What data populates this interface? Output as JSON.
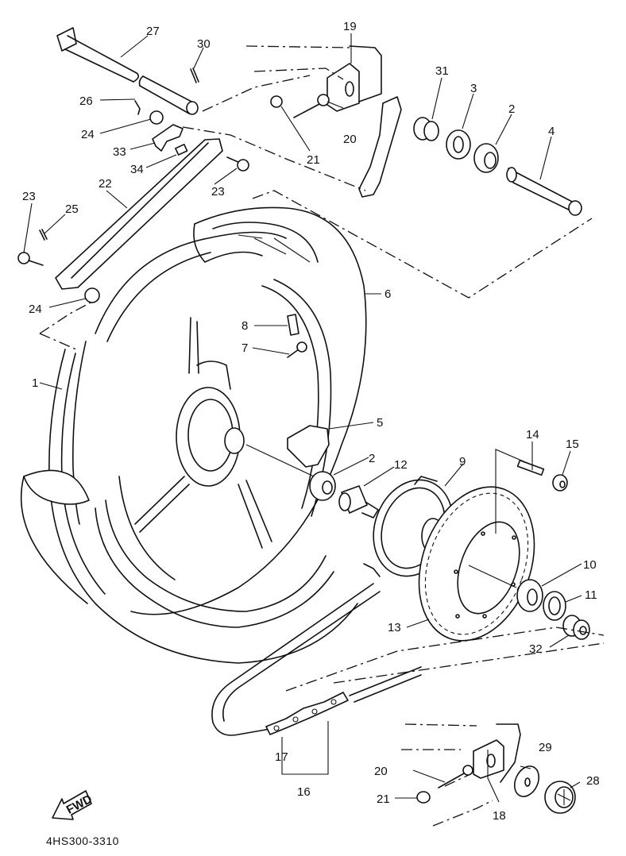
{
  "diagram": {
    "title": "Rear wheel exploded parts diagram",
    "drawing_code": "4HS300-3310",
    "fwd_arrow_label": "FWD",
    "callouts": [
      {
        "id": "c27",
        "text": "27"
      },
      {
        "id": "c30",
        "text": "30"
      },
      {
        "id": "c19",
        "text": "19"
      },
      {
        "id": "c26",
        "text": "26"
      },
      {
        "id": "c24a",
        "text": "24"
      },
      {
        "id": "c33",
        "text": "33"
      },
      {
        "id": "c34",
        "text": "34"
      },
      {
        "id": "c20a",
        "text": "20"
      },
      {
        "id": "c21a",
        "text": "21"
      },
      {
        "id": "c31",
        "text": "31"
      },
      {
        "id": "c3",
        "text": "3"
      },
      {
        "id": "c2a",
        "text": "2"
      },
      {
        "id": "c4",
        "text": "4"
      },
      {
        "id": "c22",
        "text": "22"
      },
      {
        "id": "c23a",
        "text": "23"
      },
      {
        "id": "c23b",
        "text": "23"
      },
      {
        "id": "c25",
        "text": "25"
      },
      {
        "id": "c24b",
        "text": "24"
      },
      {
        "id": "c6",
        "text": "6"
      },
      {
        "id": "c8",
        "text": "8"
      },
      {
        "id": "c7",
        "text": "7"
      },
      {
        "id": "c1",
        "text": "1"
      },
      {
        "id": "c5",
        "text": "5"
      },
      {
        "id": "c14",
        "text": "14"
      },
      {
        "id": "c15",
        "text": "15"
      },
      {
        "id": "c2b",
        "text": "2"
      },
      {
        "id": "c12",
        "text": "12"
      },
      {
        "id": "c9",
        "text": "9"
      },
      {
        "id": "c10",
        "text": "10"
      },
      {
        "id": "c11",
        "text": "11"
      },
      {
        "id": "c13",
        "text": "13"
      },
      {
        "id": "c32",
        "text": "32"
      },
      {
        "id": "c17",
        "text": "17"
      },
      {
        "id": "c16",
        "text": "16"
      },
      {
        "id": "c29",
        "text": "29"
      },
      {
        "id": "c20b",
        "text": "20"
      },
      {
        "id": "c28",
        "text": "28"
      },
      {
        "id": "c21b",
        "text": "21"
      },
      {
        "id": "c18",
        "text": "18"
      }
    ]
  }
}
